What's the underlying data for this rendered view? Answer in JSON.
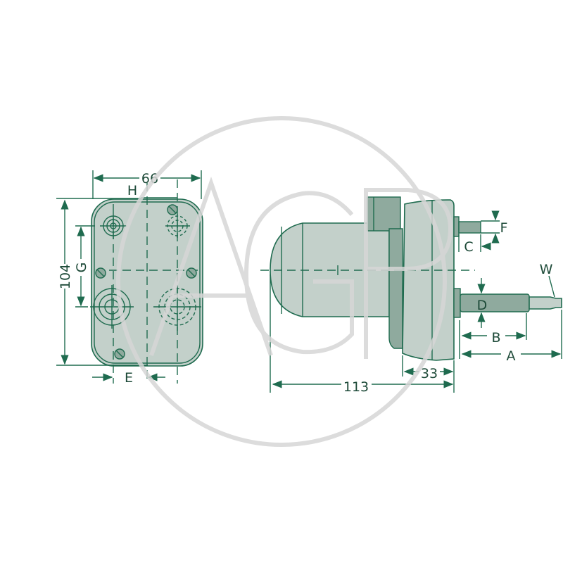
{
  "watermark": {
    "text": "AGP"
  },
  "front_view": {
    "width_label": "66",
    "height_label": "104",
    "labels": {
      "H": "H",
      "G": "G",
      "E": "E"
    }
  },
  "side_view": {
    "length_label": "113",
    "gearbox_label": "33",
    "labels": {
      "A": "A",
      "B": "B",
      "C": "C",
      "D": "D",
      "F": "F",
      "W": "W"
    }
  },
  "colors": {
    "line": "#1f6b4f",
    "fill": "#c3d0ca",
    "dark_fill": "#8faa9e",
    "watermark": "#d6d6d6"
  }
}
